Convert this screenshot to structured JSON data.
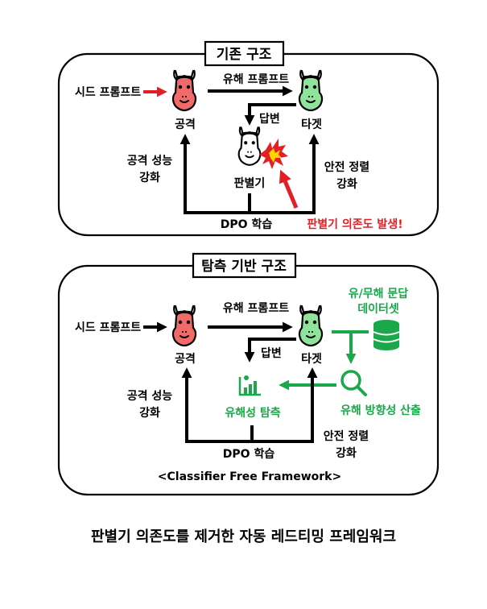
{
  "top_panel": {
    "title": "기존 구조",
    "seed_prompt": "시드 프롬프트",
    "harmful_prompt": "유해 프롬프트",
    "attack": "공격",
    "target": "타겟",
    "answer": "답변",
    "discriminator": "판별기",
    "attack_boost": [
      "공격 성능",
      "강화"
    ],
    "safety_boost": [
      "안전 정렬",
      "강화"
    ],
    "dpo": "DPO 학습",
    "warning": "판별기 의존도 발생!"
  },
  "bottom_panel": {
    "title": "탐측 기반 구조",
    "seed_prompt": "시드 프롬프트",
    "harmful_prompt": "유해 프롬프트",
    "attack": "공격",
    "target": "타겟",
    "answer": "답변",
    "dataset": [
      "유/무해 문답",
      "데이터셋"
    ],
    "direction": "유해 방향성 산출",
    "detection": "유해성 탐측",
    "attack_boost": [
      "공격 성능",
      "강화"
    ],
    "safety_boost": [
      "안전 정렬",
      "강화"
    ],
    "dpo": "DPO 학습",
    "framework": "<Classifier Free Framework>"
  },
  "caption": "판별기 의존도를 제거한 자동 레드티밍 프레임워크",
  "colors": {
    "red": "#e31e24",
    "green": "#1aa84a",
    "attack_llama": "#f06a6a",
    "target_llama": "#8fe39a",
    "judge_llama": "#ffffff"
  },
  "icons": [
    "llama-icon",
    "explosion-icon",
    "database-icon",
    "magnifier-icon",
    "chart-icon"
  ]
}
